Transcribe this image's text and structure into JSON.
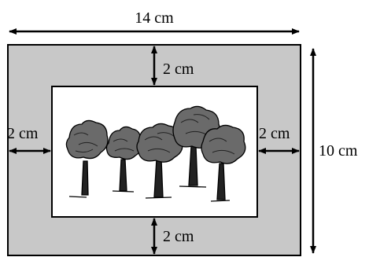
{
  "labels": {
    "outer_width": "14 cm",
    "outer_height": "10 cm",
    "margin_top": "2 cm",
    "margin_bottom": "2 cm",
    "margin_left": "2 cm",
    "margin_right": "2 cm"
  },
  "colors": {
    "frame_fill": "#c8c8c8",
    "picture_fill": "#ffffff",
    "stroke": "#000000"
  },
  "picture": {
    "icon": "trees-illustration-icon",
    "tree_count": 5
  }
}
